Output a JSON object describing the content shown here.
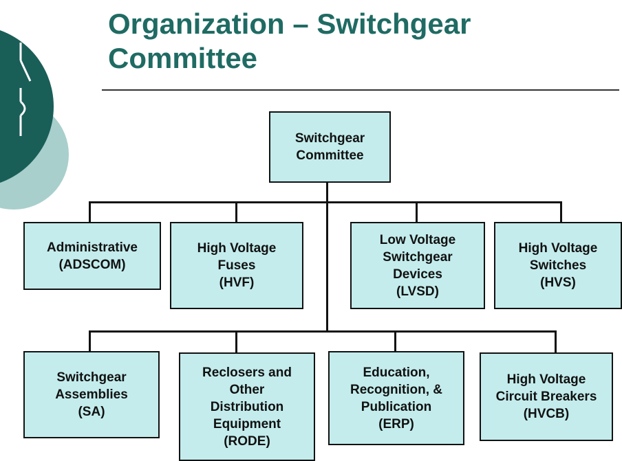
{
  "slide": {
    "title_line1": "Organization – Switchgear",
    "title_line2": "Committee"
  },
  "colors": {
    "title": "#1f6b63",
    "box_fill": "#c4ecec",
    "deco_dark": "#1a5e58",
    "deco_light": "#a8cfcc"
  },
  "org": {
    "root": "Switchgear\nCommittee",
    "row1": [
      "Administrative\n(ADSCOM)",
      "High Voltage\nFuses\n(HVF)",
      "Low Voltage\nSwitchgear\nDevices\n(LVSD)",
      "High Voltage\nSwitches\n(HVS)"
    ],
    "row2": [
      "Switchgear\nAssemblies\n(SA)",
      "Reclosers and\nOther\nDistribution\nEquipment\n(RODE)",
      "Education,\nRecognition, &\nPublication\n(ERP)",
      "High Voltage\nCircuit Breakers\n(HVCB)"
    ]
  }
}
